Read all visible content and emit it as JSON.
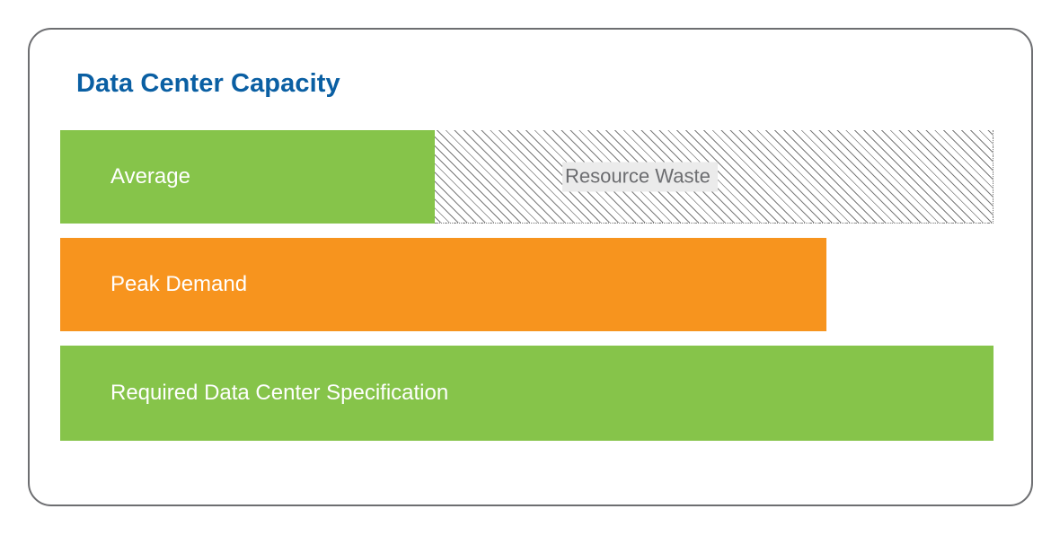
{
  "title": "Data Center Capacity",
  "colors": {
    "title": "#0a5fa3",
    "green": "#86c44a",
    "orange": "#f7941e",
    "waste_label_bg": "#ebebeb",
    "waste_label_text": "#6d6e71",
    "frame_border": "#6d6e71"
  },
  "bars": {
    "average": {
      "label": "Average",
      "color": "#86c44a",
      "relative_capacity": 0.4
    },
    "waste": {
      "label": "Resource Waste",
      "pattern": "diagonal-dotted-hatch"
    },
    "peak": {
      "label": "Peak Demand",
      "color": "#f7941e",
      "relative_capacity": 0.82
    },
    "required": {
      "label": "Required Data Center Specification",
      "color": "#86c44a",
      "relative_capacity": 1.0
    }
  }
}
